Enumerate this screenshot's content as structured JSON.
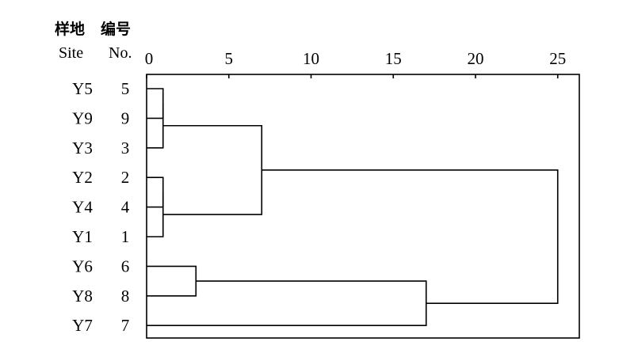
{
  "header": {
    "site_cn": "样地",
    "no_cn": "编号",
    "site_en": "Site",
    "no_en": "No."
  },
  "chart_data": {
    "type": "dendrogram",
    "x_ticks": [
      0,
      5,
      10,
      15,
      20,
      25
    ],
    "xlim": [
      0,
      25
    ],
    "leaves": [
      {
        "site": "Y5",
        "no": "5"
      },
      {
        "site": "Y9",
        "no": "9"
      },
      {
        "site": "Y3",
        "no": "3"
      },
      {
        "site": "Y2",
        "no": "2"
      },
      {
        "site": "Y4",
        "no": "4"
      },
      {
        "site": "Y1",
        "no": "1"
      },
      {
        "site": "Y6",
        "no": "6"
      },
      {
        "site": "Y8",
        "no": "8"
      },
      {
        "site": "Y7",
        "no": "7"
      }
    ],
    "merges": [
      {
        "name": "c1",
        "left": 0,
        "right": 1,
        "height": 1
      },
      {
        "name": "c2",
        "left": "c1",
        "right": 2,
        "height": 1
      },
      {
        "name": "c3",
        "left": 3,
        "right": 4,
        "height": 1
      },
      {
        "name": "c4",
        "left": "c3",
        "right": 5,
        "height": 1
      },
      {
        "name": "c5",
        "left": "c2",
        "right": "c4",
        "height": 7
      },
      {
        "name": "c6",
        "left": 6,
        "right": 7,
        "height": 3
      },
      {
        "name": "c7",
        "left": "c6",
        "right": 8,
        "height": 17
      },
      {
        "name": "c8",
        "left": "c5",
        "right": "c7",
        "height": 25
      }
    ]
  }
}
